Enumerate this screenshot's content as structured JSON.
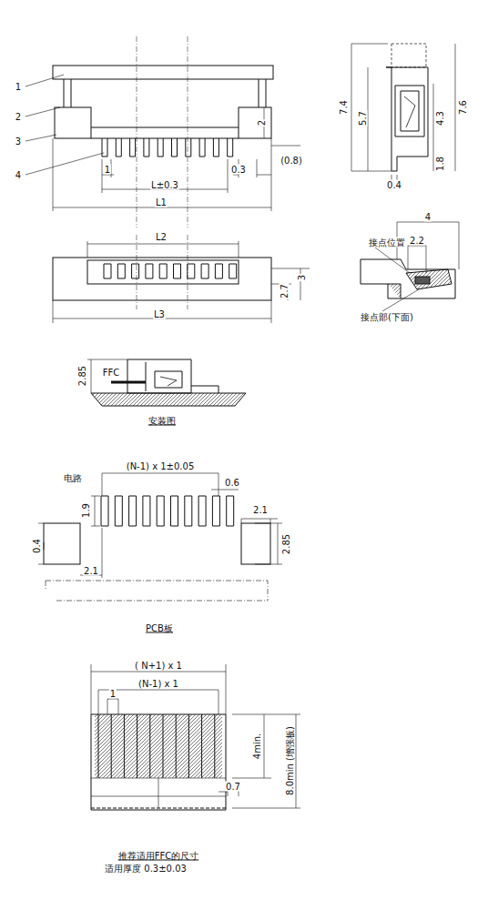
{
  "diagram": {
    "labels": [
      "1",
      "2",
      "3",
      "4",
      "2",
      "1",
      "0.3",
      "(0.8)",
      "L±0.3",
      "L1",
      "7.4",
      "5.7",
      "4.3",
      "7.6",
      "1.8",
      "0.4",
      "L2",
      "2.7",
      "3",
      "L3",
      "4",
      "接点位置",
      "2.2",
      "接点部(下面)",
      "2.85",
      "FFC",
      "安装图",
      "(N-1) x 1±0.05",
      "0.6",
      "电路",
      "1.9",
      "2.1",
      "0.4",
      "2.85",
      "2.1",
      "PCB板",
      "( N+1) x 1",
      "(N-1) x 1",
      "1",
      "4min.",
      "8.0min (增强板)",
      "0.7",
      "推荐适用FFC的尺寸",
      "适用厚度    0.3±0.03"
    ]
  }
}
